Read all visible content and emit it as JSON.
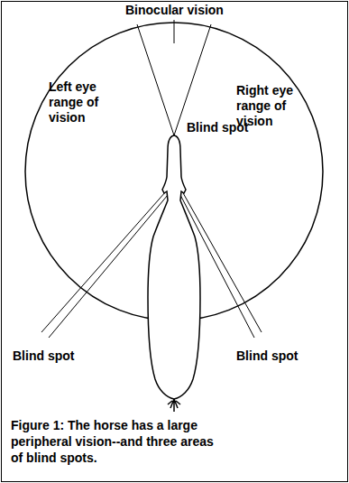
{
  "diagram": {
    "caption": "Figure 1: The horse has a large peripheral vision--and three areas of blind spots.",
    "labels": [
      "Binocular vision",
      "Blind spot",
      "Left eye range of vision",
      "Right eye range of vision",
      "Blind spot",
      "Blind spot"
    ]
  }
}
